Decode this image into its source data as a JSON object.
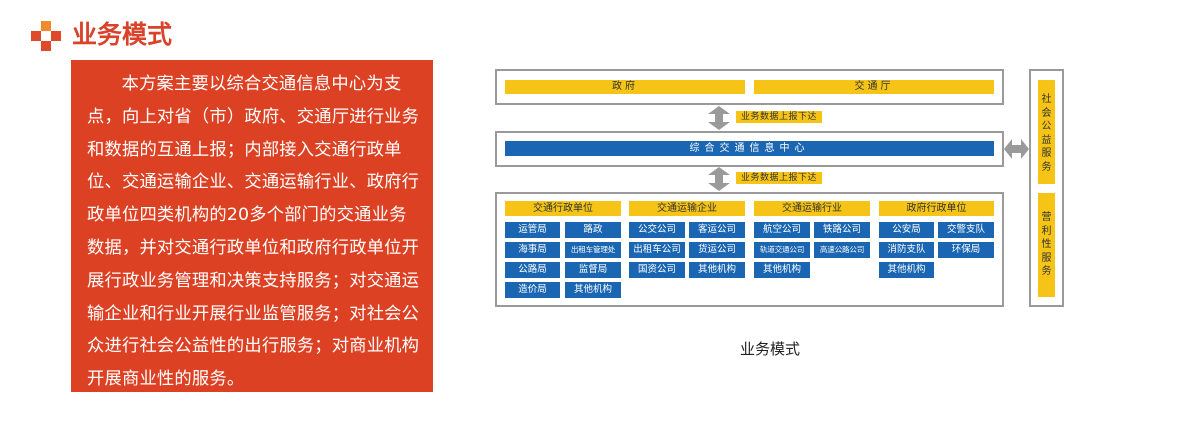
{
  "header": {
    "title": "业务模式",
    "accent_color": "#d9432b",
    "icon": "orange-cross-icon"
  },
  "description": {
    "text": "本方案主要以综合交通信息中心为支点，向上对省（市）政府、交通厅进行业务和数据的互通上报；内部接入交通行政单位、交通运输企业、交通运输行业、政府行政单位四类机构的20多个部门的交通业务数据，并对交通行政单位和政府行政单位开展行政业务管理和决策支持服务；对交通运输企业和行业开展行业监管服务；对社会公众进行社会公益性的出行服务；对商业机构开展商业性的服务。",
    "panel_color": "#dc4124"
  },
  "diagram": {
    "top_items": [
      "政府",
      "交通厅"
    ],
    "arrow_label": "业务数据上报下达",
    "center": "综合交通信息中心",
    "categories": [
      {
        "title": "交通行政单位",
        "items": [
          "运管局",
          "路政",
          "海事局",
          "出租车管理处",
          "公路局",
          "监督局",
          "造价局",
          "其他机构"
        ]
      },
      {
        "title": "交通运输企业",
        "items": [
          "公交公司",
          "客运公司",
          "出租车公司",
          "货运公司",
          "国资公司",
          "其他机构"
        ]
      },
      {
        "title": "交通运输行业",
        "items": [
          "航空公司",
          "铁路公司",
          "轨道交通公司",
          "高速公路公司",
          "其他机构"
        ]
      },
      {
        "title": "政府行政单位",
        "items": [
          "公安局",
          "交警支队",
          "消防支队",
          "环保局",
          "其他机构"
        ]
      }
    ],
    "side": [
      "社会公益服务",
      "营利性服务"
    ],
    "caption": "业务模式",
    "colors": {
      "yellow": "#f5c416",
      "blue": "#1a66b2",
      "frame": "#9a9a9a"
    }
  }
}
